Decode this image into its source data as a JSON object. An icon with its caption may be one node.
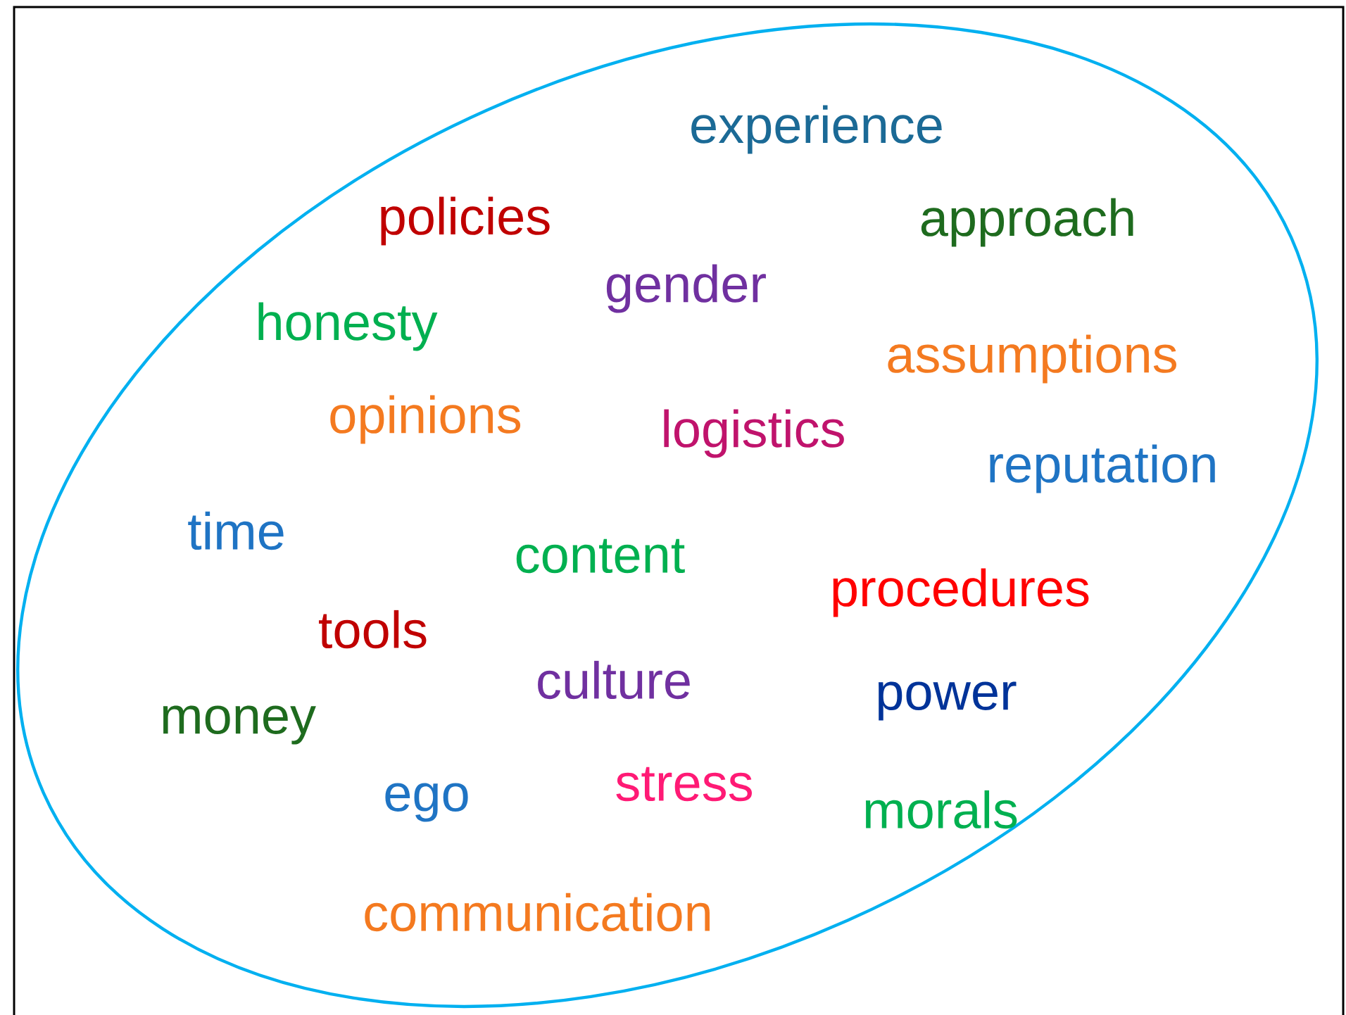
{
  "diagram": {
    "nodes": [
      {
        "text": [
          "experience",
          "policies",
          "approach",
          "gender",
          "honesty",
          "assumptions",
          "opinions",
          "logistics",
          "reputation",
          "time",
          "content",
          "procedures",
          "tools",
          "power",
          "culture",
          "money",
          "stress",
          "ego",
          "morals",
          "communication"
        ]
      }
    ]
  }
}
